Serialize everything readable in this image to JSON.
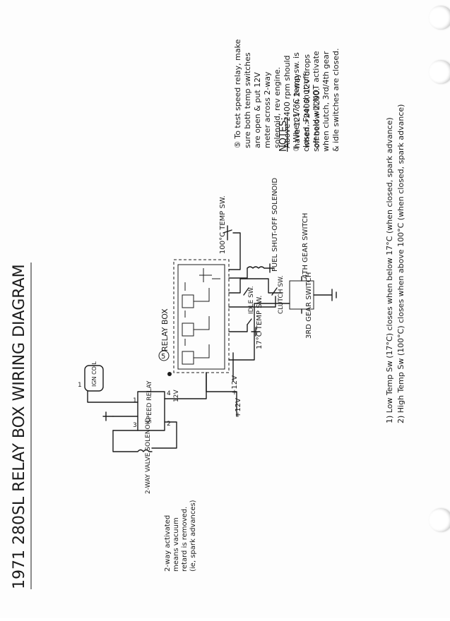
{
  "title": "1971 280SL RELAY BOX WIRING DIAGRAM",
  "notes": {
    "heading": "NOTES:",
    "note1": [
      "① When 17°C temp sw. is",
      "closed, Fuel shut-off",
      "solenoid will NOT activate",
      "when clutch, 3rd/4th gear",
      "& idle switches are closed."
    ],
    "note5": [
      "⑤ To test speed relay, make",
      "sure both temp switches",
      "are open & put 12V",
      "meter across 2-way",
      "solenoid, rev engine.",
      "Above 2400 rpm should",
      "have 12V on 2-way",
      "when >2400, 12V drops",
      "off below 2200."
    ]
  },
  "legend": [
    "1) Low Temp Sw (17°C) closes when below 17°C (when closed, spark advance)",
    "2) High Temp Sw (100°C) closes when above 100°C (when closed, spark advance)"
  ],
  "labels": {
    "relay_box": "RELAY BOX",
    "relay_box_num": "5",
    "speed_relay": "SPEED RELAY",
    "ign_coil": "IGN COIL",
    "two_way_solenoid": "2-WAY VALVE SOLENOID",
    "vacuum_note": [
      "2-way activated",
      "means vacuum",
      "retard is removed.",
      "(ie, spark advances)"
    ],
    "plus12v_a": "+12V",
    "plus12v_b": "+12V",
    "twelve_v": "12V",
    "temp_100": "100°C TEMP SW.",
    "fuel_shutoff": "FUEL SHUT-OFF SOLENOID",
    "idle_sw": "IDLE SW.",
    "clutch_sw": "CLUTCH SW.",
    "fourth_gear": "4TH GEAR SWITCH",
    "temp_17": "17°C TEMP SW.",
    "third_gear": "3RD GEAR SWITCH",
    "pin1": "1",
    "pin2": "2",
    "pin3": "3",
    "pin4": "4",
    "pin1b": "1",
    "pin5": "5"
  },
  "colors": {
    "ink": "#1b1b1b",
    "paper": "#fdfdfd"
  }
}
